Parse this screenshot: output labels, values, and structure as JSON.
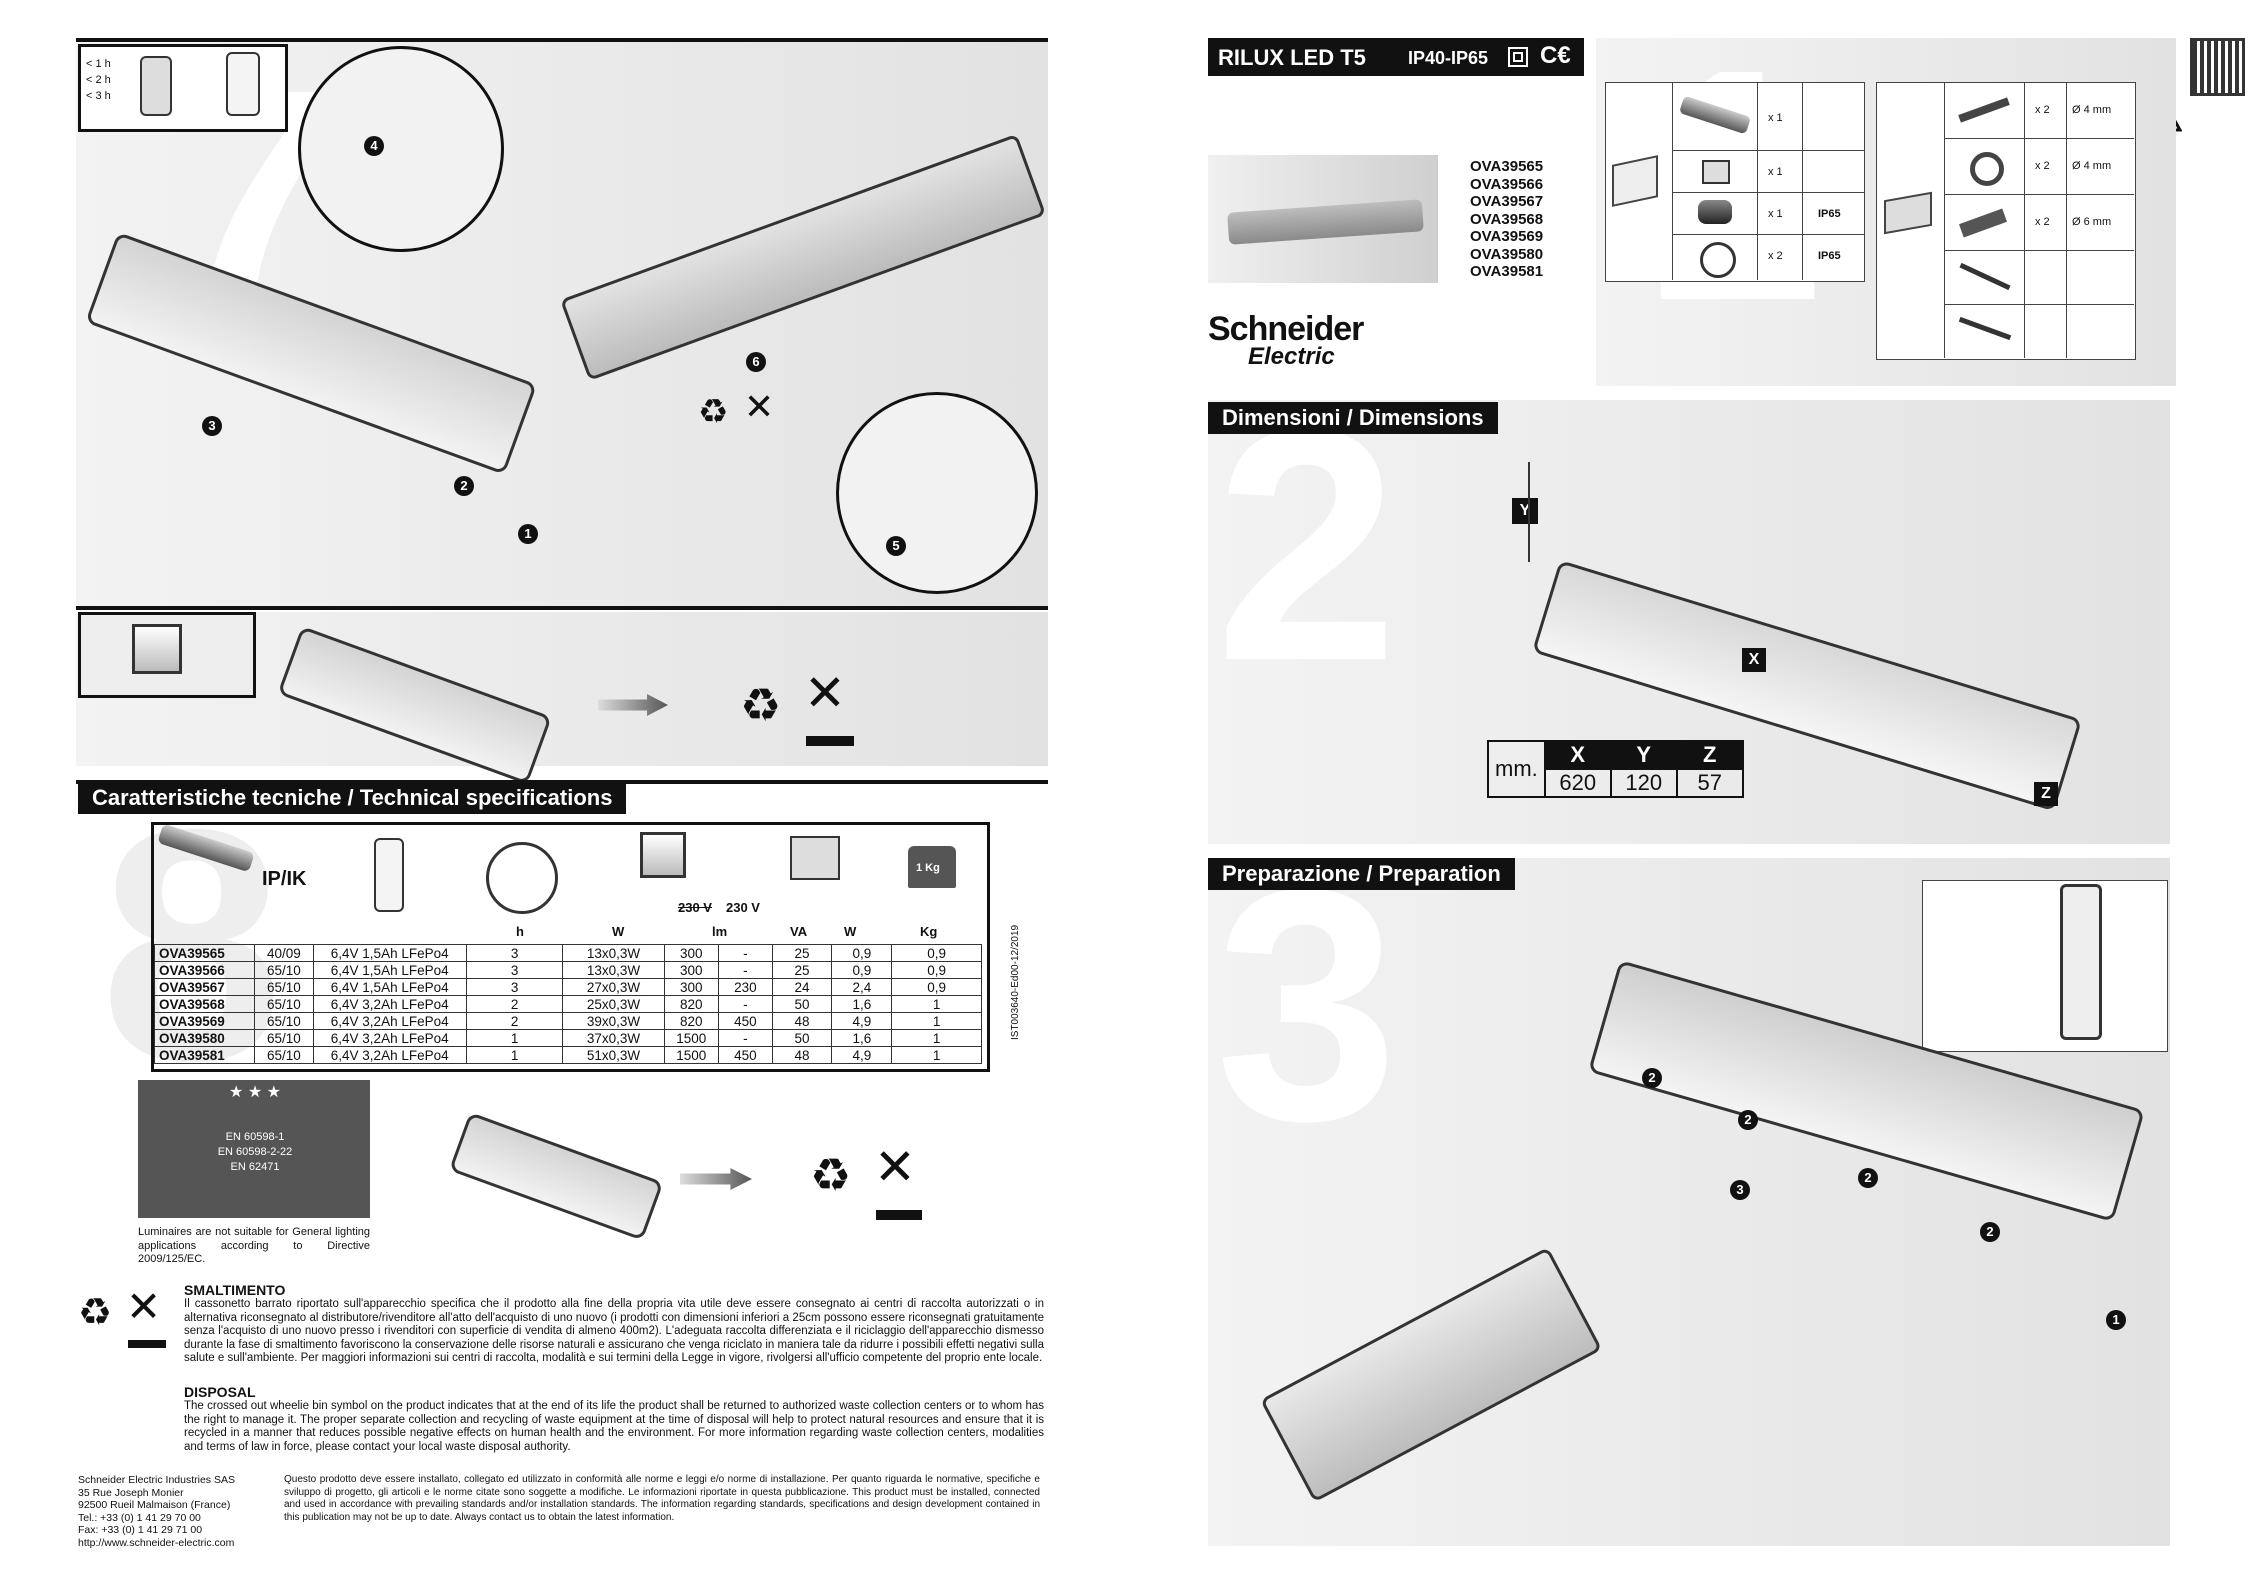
{
  "header": {
    "product": "RILUX LED T5",
    "ip": "IP40-IP65",
    "models": [
      "OVA39565",
      "OVA39566",
      "OVA39567",
      "OVA39568",
      "OVA39569",
      "OVA39580",
      "OVA39581"
    ],
    "brand_line1": "Schneider",
    "brand_line2": "Electric"
  },
  "step1": {
    "number": "1",
    "left_rows": [
      {
        "qty": "x 1",
        "ip": ""
      },
      {
        "qty": "x 1",
        "ip": ""
      },
      {
        "qty": "x 1",
        "ip": "IP65"
      },
      {
        "qty": "x 2",
        "ip": "IP65"
      }
    ],
    "right_rows": [
      {
        "qty": "x 2",
        "size": "Ø 4 mm"
      },
      {
        "qty": "x 2",
        "size": "Ø 4 mm"
      },
      {
        "qty": "x 2",
        "size": "Ø 6 mm"
      }
    ]
  },
  "step2": {
    "number": "2",
    "title": "Dimensioni / Dimensions",
    "labels": {
      "x": "X",
      "y": "Y",
      "z": "Z"
    },
    "table": {
      "unit": "mm.",
      "headers": [
        "X",
        "Y",
        "Z"
      ],
      "values": [
        "620",
        "120",
        "57"
      ]
    }
  },
  "step3": {
    "number": "3",
    "title": "Preparazione / Preparation",
    "callouts": [
      "2",
      "2",
      "3",
      "2",
      "2",
      "1"
    ]
  },
  "step7": {
    "number": "7",
    "times": [
      "< 1 h",
      "< 2 h",
      "< 3 h"
    ],
    "callouts": [
      "4",
      "3",
      "2",
      "1",
      "6",
      "5"
    ]
  },
  "step8": {
    "number": "8",
    "title": "Caratteristiche tecniche / Technical specifications",
    "headers": {
      "ipik": "IP/IK",
      "h": "h",
      "w": "W",
      "v1": "230 V",
      "v2": "230 V",
      "lm": "lm",
      "va": "VA",
      "w2": "W",
      "kg": "Kg",
      "weight": "1 Kg"
    },
    "rows": [
      [
        "OVA39565",
        "40/09",
        "6,4V 1,5Ah LFePo4",
        "3",
        "13x0,3W",
        "300",
        "-",
        "25",
        "0,9",
        "0,9"
      ],
      [
        "OVA39566",
        "65/10",
        "6,4V 1,5Ah LFePo4",
        "3",
        "13x0,3W",
        "300",
        "-",
        "25",
        "0,9",
        "0,9"
      ],
      [
        "OVA39567",
        "65/10",
        "6,4V 1,5Ah LFePo4",
        "3",
        "27x0,3W",
        "300",
        "230",
        "24",
        "2,4",
        "0,9"
      ],
      [
        "OVA39568",
        "65/10",
        "6,4V 3,2Ah LFePo4",
        "2",
        "25x0,3W",
        "820",
        "-",
        "50",
        "1,6",
        "1"
      ],
      [
        "OVA39569",
        "65/10",
        "6,4V 3,2Ah LFePo4",
        "2",
        "39x0,3W",
        "820",
        "450",
        "48",
        "4,9",
        "1"
      ],
      [
        "OVA39580",
        "65/10",
        "6,4V 3,2Ah LFePo4",
        "1",
        "37x0,3W",
        "1500",
        "-",
        "50",
        "1,6",
        "1"
      ],
      [
        "OVA39581",
        "65/10",
        "6,4V 3,2Ah LFePo4",
        "1",
        "51x0,3W",
        "1500",
        "450",
        "48",
        "4,9",
        "1"
      ]
    ],
    "standards": [
      "EN 60598-1",
      "EN 60598-2-22",
      "EN 62471"
    ],
    "lum_note": "Luminaires are not suitable for General lighting applications according to Directive 2009/125/EC.",
    "doc_ref": "IST003640-Ed00-12/2019"
  },
  "disposal": {
    "title_it": "SMALTIMENTO",
    "body_it": "Il cassonetto barrato riportato sull'apparecchio specifica che il prodotto alla fine della propria vita utile deve essere consegnato ai centri di raccolta autorizzati o in alternativa riconsegnato al distributore/rivenditore all'atto dell'acquisto di uno nuovo (i prodotti con dimensioni inferiori a 25cm possono essere riconsegnati gratuitamente senza l'acquisto di uno nuovo presso i rivenditori con superficie di vendita di almeno 400m2). L'adeguata raccolta differenziata e il riciclaggio dell'apparecchio dismesso durante la fase di smaltimento favoriscono la conservazione delle risorse naturali e assicurano che venga riciclato in maniera tale da ridurre i possibili effetti negativi sulla salute e sull'ambiente. Per maggiori informazioni sui centri di raccolta, modalità e sui termini della Legge in vigore, rivolgersi all'ufficio competente del proprio ente locale.",
    "title_en": "DISPOSAL",
    "body_en": "The crossed out wheelie bin symbol on the product indicates that at the end of its life the product shall be returned to authorized waste collection centers or to whom has the right to manage it. The proper separate collection and recycling of waste equipment at the time of disposal will help to protect natural resources and ensure that it is recycled in a manner that reduces possible negative effects on human health and the environment. For more information regarding waste collection centers, modalities and terms of law in force, please contact your local waste disposal authority."
  },
  "footer": {
    "address": [
      "Schneider Electric Industries SAS",
      "35 Rue Joseph Monier",
      "92500 Rueil Malmaison (France)",
      "Tel.: +33 (0) 1 41 29 70 00",
      "Fax: +33 (0) 1 41 29 71 00",
      "http://www.schneider-electric.com"
    ],
    "legal": "Questo prodotto deve essere installato, collegato ed utilizzato in conformità alle norme e leggi e/o norme di installazione. Per quanto riguarda le normative, specifiche e sviluppo di progetto, gli articoli e le norme citate sono soggette a modifiche. Le informazioni riportate in questa pubblicazione. This product must be installed, connected and used in accordance with prevailing standards and/or installation standards. The information regarding standards, specifications and design development contained in this publication may not be up to date. Always contact us to obtain the latest information."
  },
  "colors": {
    "header_bg": "#111111",
    "panel_light": "#f3f3f3",
    "panel_dark": "#e0e0e0"
  }
}
